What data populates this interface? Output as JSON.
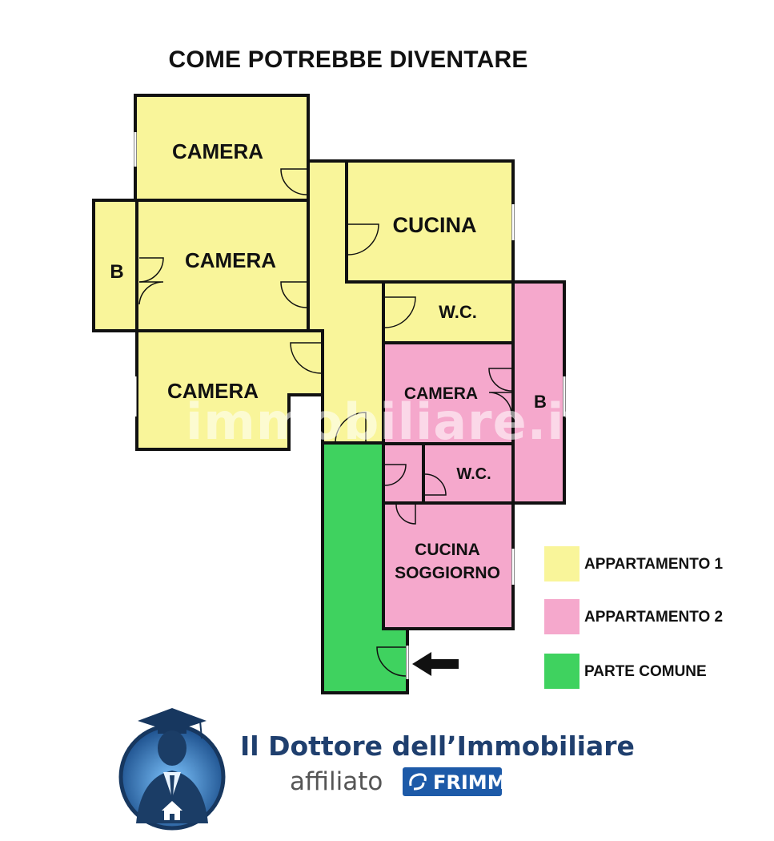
{
  "title": "COME POTREBBE DIVENTARE",
  "colors": {
    "apartment1": "#f9f59a",
    "apartment2": "#f5a8cc",
    "common": "#3fd25f",
    "wall": "#111111",
    "brand": "#1f3f6e",
    "frimm": "#1d5aa8"
  },
  "rooms": {
    "camera_top": "CAMERA",
    "camera_mid": "CAMERA",
    "bagno_left": "B",
    "camera_bottom": "CAMERA",
    "cucina_1": "CUCINA",
    "wc_1": "W.C.",
    "camera_2": "CAMERA",
    "bagno_2": "B",
    "wc_2": "W.C.",
    "cucina_soggiorno_line1": "CUCINA",
    "cucina_soggiorno_line2": "SOGGIORNO"
  },
  "legend": [
    {
      "label": "APPARTAMENTO 1",
      "color": "#f9f59a"
    },
    {
      "label": "APPARTAMENTO 2",
      "color": "#f5a8cc"
    },
    {
      "label": "PARTE COMUNE",
      "color": "#3fd25f"
    }
  ],
  "watermark": "immobiliare.it",
  "brand": {
    "name": "Il Dottore dell’Immobiliare",
    "affiliato": "affiliato",
    "frimm": "FRIMM"
  },
  "icons": {
    "entrance": "arrow-left-icon",
    "logo": "doctor-graduate-logo-icon"
  }
}
